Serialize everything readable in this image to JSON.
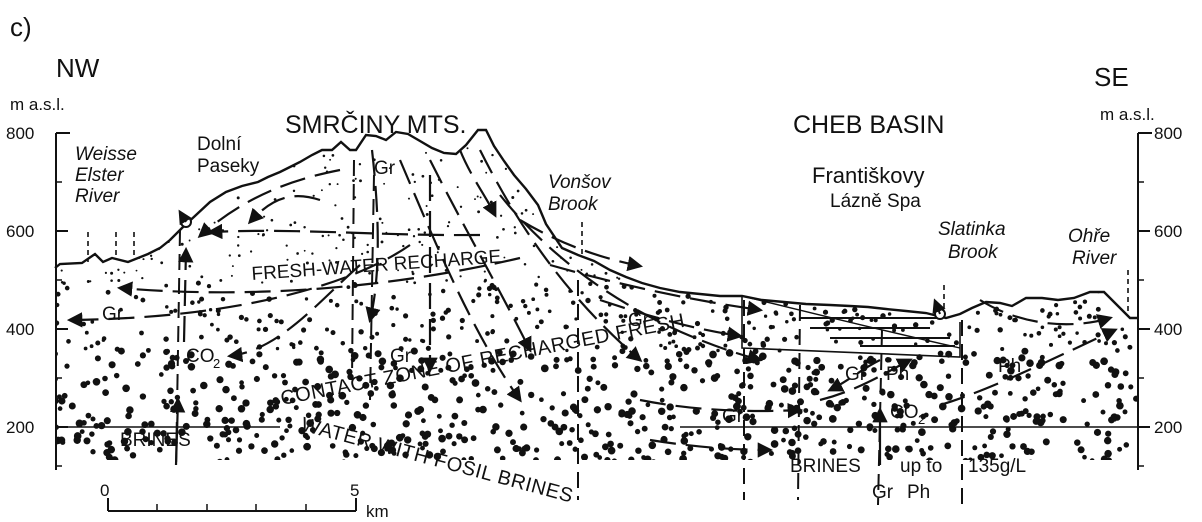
{
  "panel_label": "c)",
  "orientation": {
    "left": "NW",
    "right": "SE"
  },
  "axis": {
    "unit_left": "m a.s.l.",
    "unit_right": "m a.s.l.",
    "ticks": [
      "800",
      "600",
      "400",
      "200"
    ]
  },
  "regions": {
    "mountains": "SMRČINY MTS.",
    "basin": "CHEB BASIN"
  },
  "place_labels": {
    "weisse_line1": "Weisse",
    "weisse_line2": "Elster",
    "weisse_line3": "River",
    "dolni_line1": "Dolní",
    "dolni_line2": "Paseky",
    "vonsov_line1": "Vonšov",
    "vonsov_line2": "Brook",
    "frant_line1": "Františkovy",
    "frant_line2": "Lázně Spa",
    "slatinka_line1": "Slatinka",
    "slatinka_line2": "Brook",
    "ohre_line1": "Ohře",
    "ohre_line2": "River"
  },
  "flow_labels": {
    "recharge": "FRESH-WATER RECHARGE",
    "contact_line1": "CONTACT ZONE OF RECHARGED FRESH",
    "contact_line2": "WATER WITH FOSIL BRINES",
    "brines_left": "BRINES",
    "brines_right": "BRINES",
    "up_to": "up to",
    "concentration": "135g/L",
    "co2_left": "CO",
    "co2_right": "CO",
    "co2_sub": "2",
    "gr": "Gr",
    "ph": "Ph"
  },
  "scale_bar": {
    "start": "0",
    "end": "5",
    "unit": "km"
  }
}
